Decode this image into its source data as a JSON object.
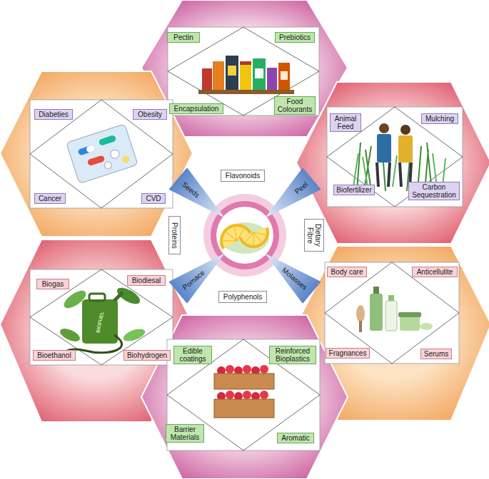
{
  "diagram": {
    "nodes": [
      {
        "text": [
          "Pectin"
        ]
      },
      {
        "text": [
          "Prebiotics"
        ]
      },
      {
        "text": [
          "Encapsulation"
        ]
      },
      {
        "text": [
          "Food Colourants"
        ]
      },
      {
        "text": [
          "Diabeties"
        ]
      },
      {
        "text": [
          "Obesity"
        ]
      },
      {
        "text": [
          "Cancer"
        ]
      },
      {
        "text": [
          "CVD"
        ]
      },
      {
        "text": [
          "Animal Feed"
        ]
      },
      {
        "text": [
          "Mulching"
        ]
      },
      {
        "text": [
          "Biofertilizer"
        ]
      },
      {
        "text": [
          "Carbon Sequestration"
        ]
      },
      {
        "text": [
          "Flavonoids"
        ]
      },
      {
        "text": [
          "Seeds"
        ]
      },
      {
        "text": [
          "Peel"
        ]
      },
      {
        "text": [
          "Proteins"
        ]
      },
      {
        "text": [
          "Dietary Fibre"
        ]
      },
      {
        "text": [
          "Pomace"
        ]
      },
      {
        "text": [
          "Molasses"
        ]
      },
      {
        "text": [
          "Polyphenols"
        ]
      },
      {
        "text": [
          "Biogas"
        ]
      },
      {
        "text": [
          "Biodiesal"
        ]
      },
      {
        "text": [
          "Bioethanol"
        ]
      },
      {
        "text": [
          "Biohydrogen"
        ]
      },
      {
        "text": [
          "Body care"
        ]
      },
      {
        "text": [
          "Anticellulite"
        ]
      },
      {
        "text": [
          "Fragnances"
        ]
      },
      {
        "text": [
          "Serums"
        ]
      },
      {
        "text": [
          "Edible coatings"
        ]
      },
      {
        "text": [
          "Reinforced Bioplastics"
        ]
      },
      {
        "text": [
          "Barrier Materials"
        ]
      },
      {
        "text": [
          "Aromatic"
        ]
      }
    ],
    "labels": [
      "BIOFUEL"
    ]
  }
}
